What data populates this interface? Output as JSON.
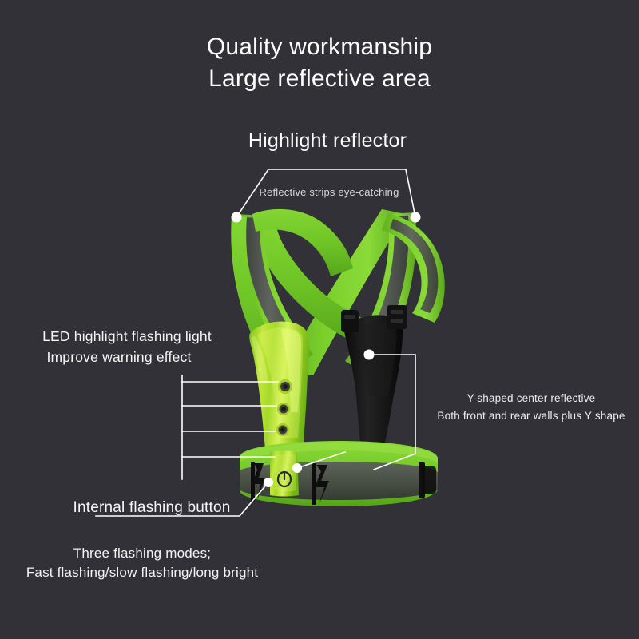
{
  "page": {
    "background_color": "#323137",
    "text_color": "#f2f2f2"
  },
  "header": {
    "title_line_1": "Quality workmanship",
    "title_line_2": "Large reflective area"
  },
  "callouts": {
    "highlight_reflector": {
      "title": "Highlight reflector",
      "subtitle": "Reflective strips eye-catching"
    },
    "led_light": {
      "line_1": "LED highlight flashing light",
      "line_2": "Improve warning effect"
    },
    "y_shape": {
      "line_1": "Y-shaped center reflective",
      "line_2": "Both front and rear walls plus Y shape"
    },
    "flashing_button": {
      "title": "Internal flashing button",
      "line_1": "Three flashing modes;",
      "line_2": "Fast flashing/slow flashing/long bright"
    }
  },
  "product": {
    "name": "reflective-safety-vest",
    "colors": {
      "strap_green": "#72c62b",
      "strap_green_light": "#8ed93a",
      "strap_green_dark": "#57a81d",
      "reflective_gray": "#4a4a4c",
      "reflective_gray_light": "#6b6b6e",
      "led_panel": "#a9d827",
      "led_panel_highlight": "#d2ee4e",
      "black_panel": "#151515",
      "buckle_black": "#141414",
      "leader_line": "#ffffff"
    },
    "led_count": 4,
    "power_button_icon": "power-icon"
  }
}
